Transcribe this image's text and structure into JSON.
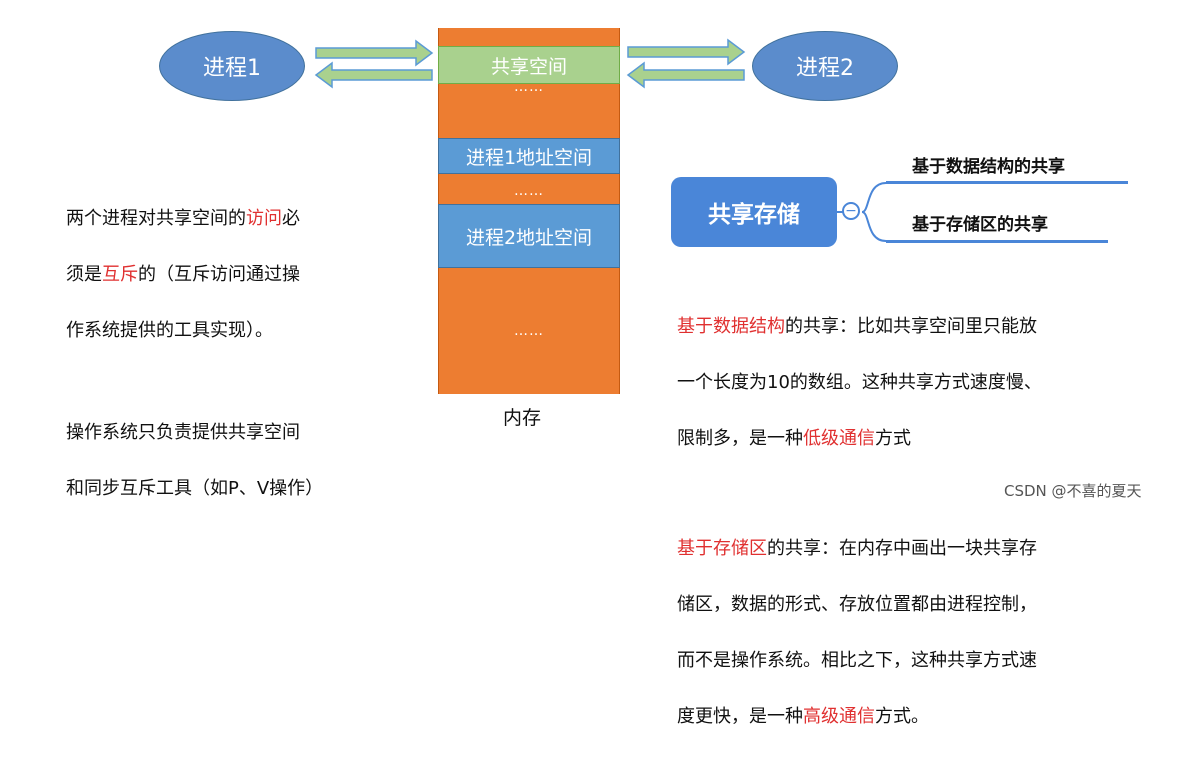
{
  "process1": "进程1",
  "process2": "进程2",
  "memory": {
    "shared_space": "共享空间",
    "dots": "……",
    "proc1_addr": "进程1地址空间",
    "proc2_addr": "进程2地址空间",
    "label": "内存"
  },
  "left_notes": {
    "l1_a": "两个进程对共享空间的",
    "l1_b": "访问",
    "l1_c": "必",
    "l2_a": "须是",
    "l2_b": "互斥",
    "l2_c": "的（互斥访问通过操",
    "l3": "作系统提供的工具实现）。",
    "l4": "操作系统只负责提供共享空间",
    "l5": "和同步互斥工具（如P、V操作）"
  },
  "mindmap": {
    "center": "共享存储",
    "branch1": "基于数据结构的共享",
    "branch2": "基于存储区的共享",
    "toggle": "−"
  },
  "right_notes": {
    "p1_l1_a": "基于数据结构",
    "p1_l1_b": "的共享：比如共享空间里只能放",
    "p1_l2": "一个长度为10的数组。这种共享方式速度慢、",
    "p1_l3_a": "限制多，是一种",
    "p1_l3_b": "低级通信",
    "p1_l3_c": "方式",
    "p2_l1_a": "基于存储区",
    "p2_l1_b": "的共享：在内存中画出一块共享存",
    "p2_l2": "储区，数据的形式、存放位置都由进程控制，",
    "p2_l3": "而不是操作系统。相比之下，这种共享方式速",
    "p2_l4_a": "度更快，是一种",
    "p2_l4_b": "高级通信",
    "p2_l4_c": "方式。"
  },
  "watermark": "CSDN @不喜的夏天",
  "colors": {
    "ellipse": "#5b8ccc",
    "memory_orange": "#ed7d31",
    "memory_blue": "#5b9bd5",
    "shared_green": "#a9d18e",
    "arrow_fill": "#a9d18e",
    "arrow_stroke": "#5b9bd5",
    "highlight_red": "#e03030",
    "mindmap_blue": "#4a86d8"
  }
}
